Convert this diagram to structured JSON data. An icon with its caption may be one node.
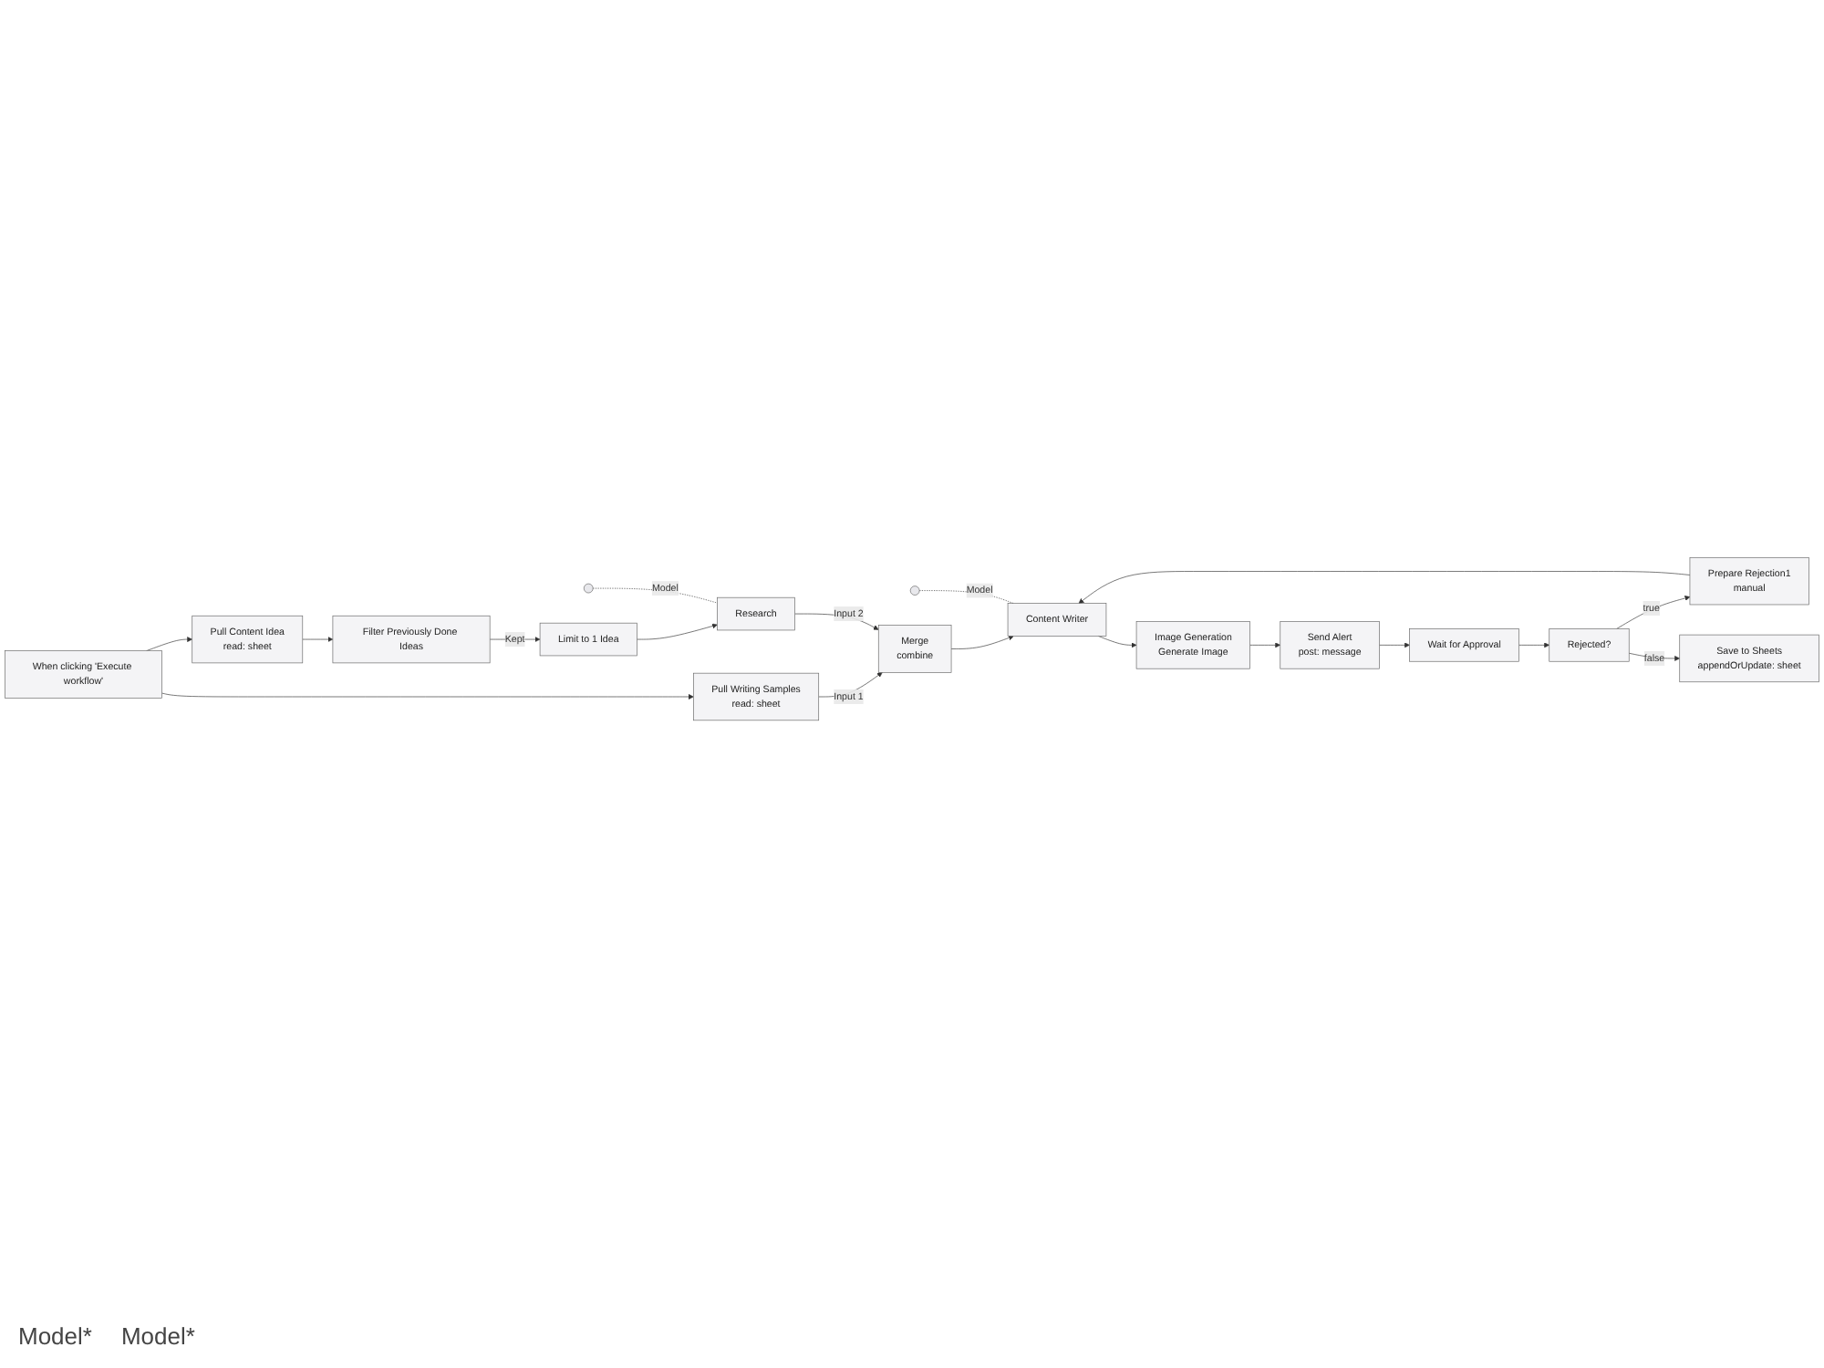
{
  "diagram": {
    "nodes": [
      {
        "text": [
          "When clicking 'Execute workflow'"
        ]
      },
      {
        "text": [
          "Pull Writing Samples",
          "read: sheet"
        ]
      },
      {
        "text": [
          "Pull Content Idea",
          "read: sheet"
        ]
      },
      {
        "text": [
          "Filter Previously Done Ideas"
        ]
      },
      {
        "text": [
          "Limit to 1 Idea"
        ]
      },
      {
        "text": [
          "Research"
        ]
      },
      {
        "text": [
          "Merge",
          "combine"
        ]
      },
      {
        "text": [],
        "shape": "circle"
      },
      {
        "text": [
          "Content Writer"
        ]
      },
      {
        "text": [],
        "shape": "circle"
      },
      {
        "text": [
          "Image Generation",
          "Generate Image"
        ]
      },
      {
        "text": [
          "Send Alert",
          "post: message"
        ]
      },
      {
        "text": [
          "Wait for Approval"
        ]
      },
      {
        "text": [
          "Rejected?"
        ]
      },
      {
        "text": [
          "Prepare Rejection1",
          "manual"
        ]
      },
      {
        "text": [
          "Save to Sheets",
          "appendOrUpdate: sheet"
        ]
      }
    ],
    "edges": [
      {
        "from": 0,
        "to": 1,
        "arrow": "to"
      },
      {
        "from": 0,
        "to": 2,
        "arrow": "to"
      },
      {
        "from": 2,
        "to": 3,
        "arrow": "to"
      },
      {
        "from": 3,
        "to": 4,
        "arrow": "to",
        "label": "Kept"
      },
      {
        "from": 4,
        "to": 5,
        "arrow": "to"
      },
      {
        "from": 1,
        "to": 6,
        "arrow": "to",
        "label": "Input 1"
      },
      {
        "from": 5,
        "to": 6,
        "arrow": "to",
        "label": "Input 2"
      },
      {
        "from": 7,
        "to": 5,
        "arrow": "none",
        "label": "Model",
        "style": "dashed"
      },
      {
        "from": 6,
        "to": 8,
        "arrow": "to"
      },
      {
        "from": 9,
        "to": 8,
        "arrow": "none",
        "label": "Model",
        "style": "dashed"
      },
      {
        "from": 8,
        "to": 10,
        "arrow": "to"
      },
      {
        "from": 10,
        "to": 11,
        "arrow": "to"
      },
      {
        "from": 11,
        "to": 12,
        "arrow": "to"
      },
      {
        "from": 12,
        "to": 13,
        "arrow": "to"
      },
      {
        "from": 13,
        "to": 14,
        "arrow": "to",
        "label": "true"
      },
      {
        "from": 13,
        "to": 15,
        "arrow": "to",
        "label": "false"
      },
      {
        "from": 14,
        "to": 8,
        "arrow": "to"
      }
    ],
    "labels": [
      "Model*",
      "Model*"
    ]
  }
}
